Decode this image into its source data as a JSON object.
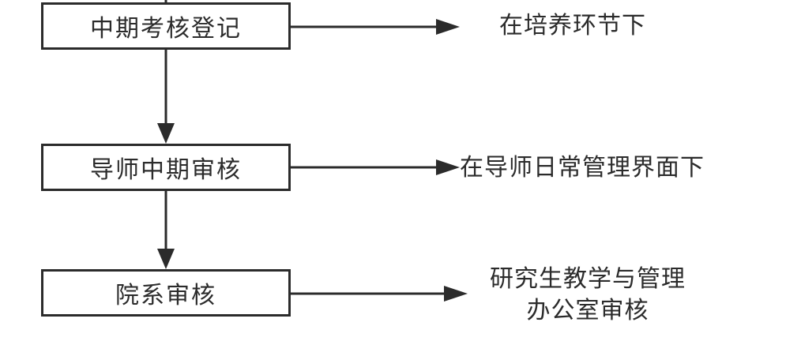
{
  "flow": {
    "steps": [
      {
        "label": "中期考核登记",
        "note": [
          "在培养环节下"
        ]
      },
      {
        "label": "导师中期审核",
        "note": [
          "在导师日常管理界面下"
        ]
      },
      {
        "label": "院系审核",
        "note": [
          "研究生教学与管理",
          "办公室审核"
        ]
      }
    ]
  },
  "colors": {
    "line": "#2b2b2b",
    "text": "#2b2b2b",
    "background": "#ffffff"
  }
}
